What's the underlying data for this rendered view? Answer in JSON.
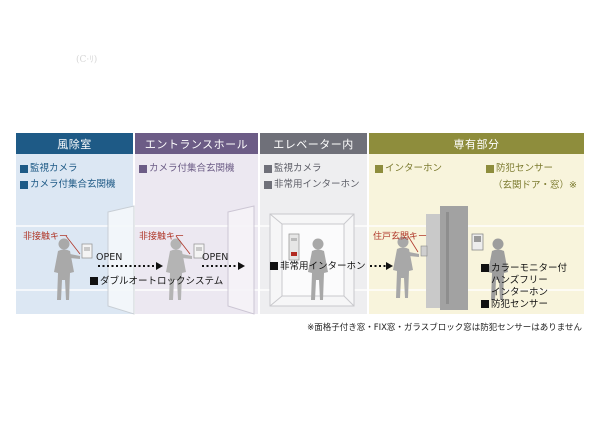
{
  "logo_text": "(Ⅽ·ﾘ)",
  "zones": [
    {
      "title": "風除室",
      "color": "#1e5a86",
      "features": [
        "監視カメラ",
        "カメラ付集合玄関機"
      ]
    },
    {
      "title": "エントランスホール",
      "color": "#6c5c86",
      "features": [
        "カメラ付集合玄関機"
      ]
    },
    {
      "title": "エレベーター内",
      "color": "#6f7079",
      "features": [
        "監視カメラ",
        "非常用インターホン"
      ]
    },
    {
      "title": "専有部分",
      "color": "#8e8d3c",
      "features": [
        "インターホン",
        "防犯センサー",
        "（玄関ドア・窓）※"
      ]
    }
  ],
  "keys": [
    "非接触キー",
    "非接触キー",
    "住戸玄関キー"
  ],
  "open_labels": [
    "OPEN",
    "OPEN"
  ],
  "bottom_labels": {
    "double_auto_lock": "ダブルオートロックシステム",
    "emergency_intercom": "非常用インターホン",
    "monitor_1": "カラーモニター付",
    "monitor_2": "ハンズフリー",
    "monitor_3": "インターホン",
    "sensor": "防犯センサー"
  },
  "footnote": "※面格子付き窓・FIX窓・ガラスブロック窓は防犯センサーはありません"
}
